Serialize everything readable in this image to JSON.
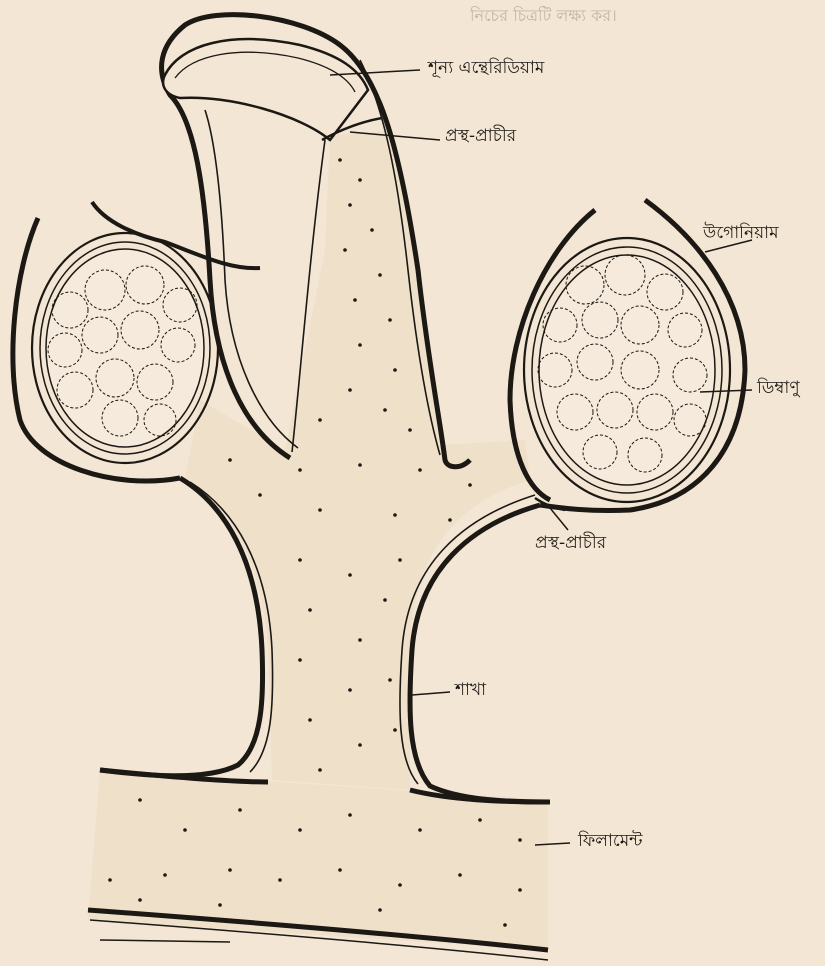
{
  "labels": {
    "empty_antheridium": "শূন্য এন্থেরিডিয়াম",
    "septum_top": "প্রস্থ-প্রাচীর",
    "oogonium": "উগোনিয়াম",
    "oosphere": "ডিম্বাণু",
    "septum_bottom": "প্রস্থ-প্রাচীর",
    "branch": "শাখা",
    "filament": "ফিলামেন্ট"
  },
  "show_through_text": {
    "line1": "নিচের চিত্রটি লক্ষ্য কর।"
  },
  "colors": {
    "paper": "#f3e6d4",
    "ink": "#1c1814",
    "cytoplasm": "#efe0ca"
  }
}
